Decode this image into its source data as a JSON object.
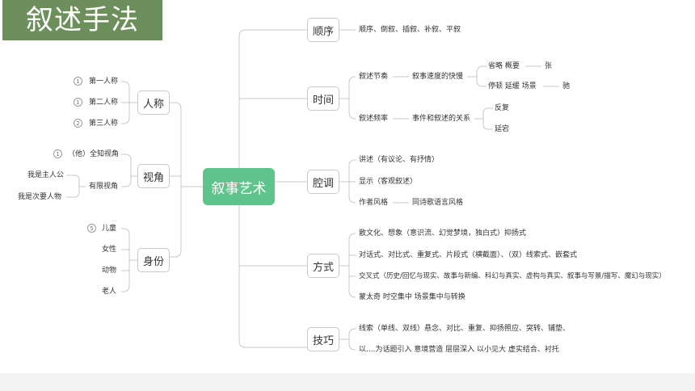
{
  "title": "叙述手法",
  "center": "叙事艺术",
  "right": {
    "shunxu": {
      "label": "顺序",
      "items": [
        "顺序、倒叙、插叙、补叙、平叙"
      ]
    },
    "shijian": {
      "label": "时间",
      "jiezou": {
        "label": "叙述节奏",
        "sub": "叙事速度的快慢",
        "row1": {
          "a": "省略 概要",
          "b": "张"
        },
        "row2": {
          "a": "停顿 延缓 场景",
          "b": "驰"
        }
      },
      "pinlv": {
        "label": "叙述频率",
        "sub": "事件和叙述的关系",
        "items": [
          "反复",
          "延宕"
        ]
      }
    },
    "qiangdiao": {
      "label": "腔调",
      "items": [
        "讲述（有议论、有抒情）",
        "显示（客观叙述）"
      ],
      "fengge": {
        "label": "作者风格",
        "sub": "同诗歌语言风格"
      }
    },
    "fangshi": {
      "label": "方式",
      "items": [
        "散文化、想象（意识流、幻觉梦境，独白式）抑扬式",
        "对话式、对比式、重复式、片段式（横截面）、（双）线索式、嵌套式",
        "交叉式（历史/回忆与现实、故事与新编、科幻与真实、虚构与真实、叙事与写景/描写、魔幻与现实）",
        "蒙太奇  时空集中  场景集中与转换"
      ]
    },
    "jiqiao": {
      "label": "技巧",
      "items": [
        "线索（单线、双线）悬念、对比、重复、抑扬照应、突转、铺垫、",
        "以....为话题引入  意境营造  层层深入 以小见大 虚实结合、衬托"
      ]
    }
  },
  "left": {
    "rencheng": {
      "label": "人称",
      "items": [
        {
          "num": "1",
          "text": "第一人称"
        },
        {
          "num": "1",
          "text": "第二人称"
        },
        {
          "num": "2",
          "text": "第三人称"
        }
      ]
    },
    "shijiao": {
      "label": "视角",
      "quanzhi": {
        "num": "1",
        "text": "（他）全知视角"
      },
      "youxian": {
        "text": "有限视角",
        "subs": [
          "我是主人公",
          "我是次要人物"
        ]
      }
    },
    "shenfen": {
      "label": "身份",
      "num": "5",
      "items": [
        "儿童",
        "女性",
        "动物",
        "老人"
      ]
    }
  },
  "colors": {
    "accent": "#5ec48c",
    "title_bg": "#6d8f5b",
    "line": "#c8c8c8"
  }
}
